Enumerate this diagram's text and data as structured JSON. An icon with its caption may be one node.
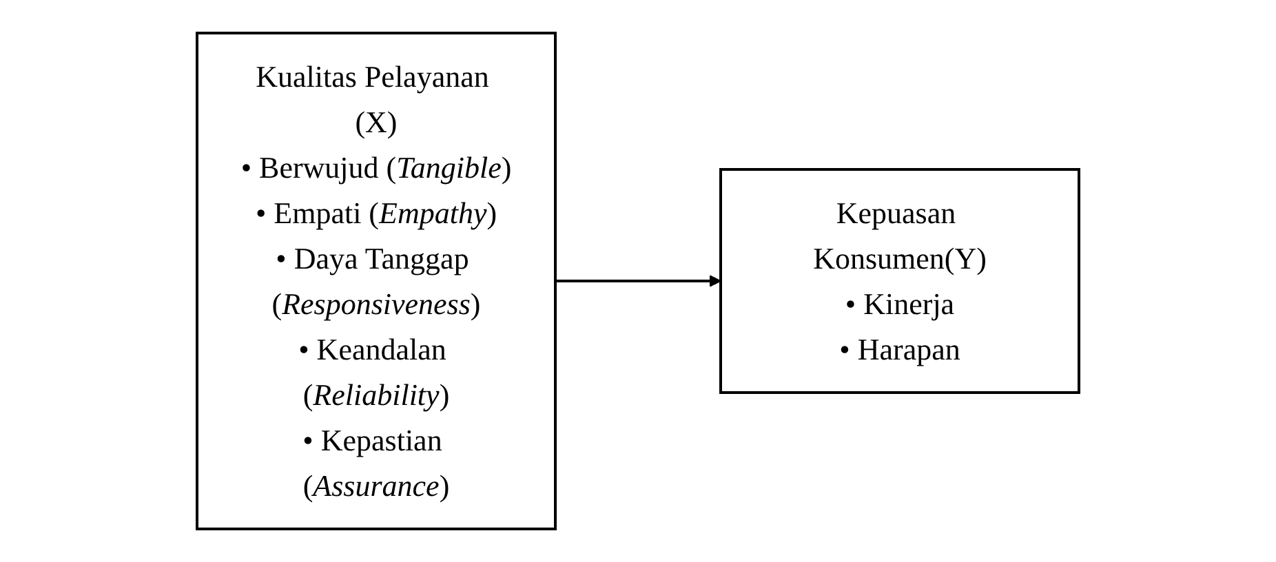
{
  "diagram": {
    "nodes": [
      {
        "text": [
          "Kualitas Pelayanan (X)",
          "• Berwujud (*Tangible*)",
          "• Empati (*Empathy*)",
          "• Daya Tanggap (*Responsiveness*)",
          "• Keandalan (*Reliability*)",
          "• Kepastian (*Assurance*)"
        ]
      },
      {
        "text": [
          "Kepuasan Konsumen(Y)",
          "• Kinerja",
          "• Harapan"
        ]
      }
    ],
    "edges": [
      {
        "from": 0,
        "to": 1,
        "arrow": "to"
      }
    ]
  }
}
